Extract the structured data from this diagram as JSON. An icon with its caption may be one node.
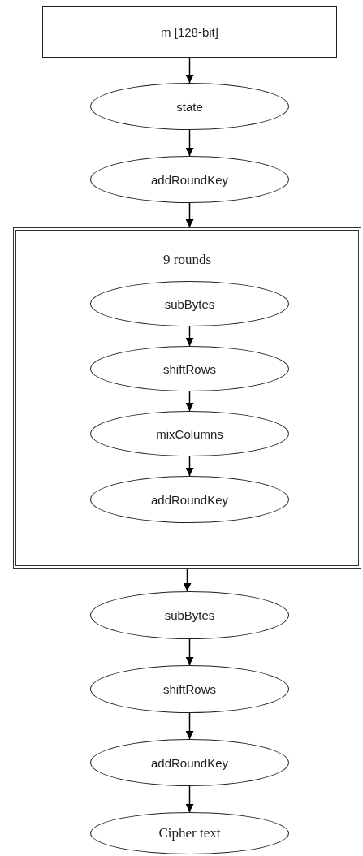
{
  "diagram": {
    "nodes": [
      {
        "text": [
          "m [128-bit]"
        ]
      },
      {
        "text": [
          "state"
        ]
      },
      {
        "text": [
          "addRoundKey"
        ]
      },
      {
        "text": [
          "9 rounds"
        ]
      },
      {
        "text": [
          "subBytes"
        ],
        "in": 3
      },
      {
        "text": [
          "shiftRows"
        ],
        "in": 3
      },
      {
        "text": [
          "mixColumns"
        ],
        "in": 3
      },
      {
        "text": [
          "addRoundKey"
        ],
        "in": 3
      },
      {
        "text": [
          "subBytes"
        ]
      },
      {
        "text": [
          "shiftRows"
        ]
      },
      {
        "text": [
          "addRoundKey"
        ]
      },
      {
        "text": [
          "Cipher text"
        ]
      }
    ],
    "edges": [
      {
        "from": 0,
        "to": 1,
        "arrow": "to"
      },
      {
        "from": 1,
        "to": 2,
        "arrow": "to"
      },
      {
        "from": 2,
        "to": 3,
        "arrow": "to"
      },
      {
        "from": 4,
        "to": 5,
        "arrow": "to"
      },
      {
        "from": 5,
        "to": 6,
        "arrow": "to"
      },
      {
        "from": 6,
        "to": 7,
        "arrow": "to"
      },
      {
        "from": 3,
        "to": 8,
        "arrow": "to"
      },
      {
        "from": 8,
        "to": 9,
        "arrow": "to"
      },
      {
        "from": 9,
        "to": 10,
        "arrow": "to"
      },
      {
        "from": 10,
        "to": 11,
        "arrow": "to"
      }
    ]
  }
}
